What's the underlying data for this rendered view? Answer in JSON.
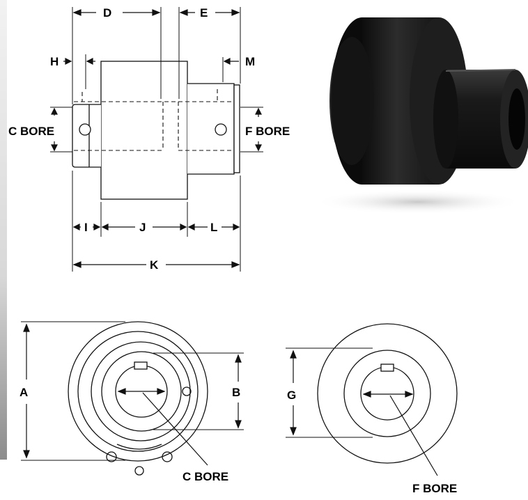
{
  "labels": {
    "D": "D",
    "E": "E",
    "H": "H",
    "M": "M",
    "C_bore": "C BORE",
    "F_bore": "F BORE",
    "I": "I",
    "J": "J",
    "L": "L",
    "K": "K",
    "A": "A",
    "B": "B",
    "G": "G",
    "C_bore_bottom": "C BORE",
    "F_bore_bottom": "F BORE"
  },
  "colors": {
    "line": "#111111",
    "side_bar_top": "#f0f0f0",
    "side_bar_bottom": "#8a8a8a",
    "coupling_body": "#1c1c1c"
  },
  "icons": {
    "photo": "coupling-product-photo"
  }
}
